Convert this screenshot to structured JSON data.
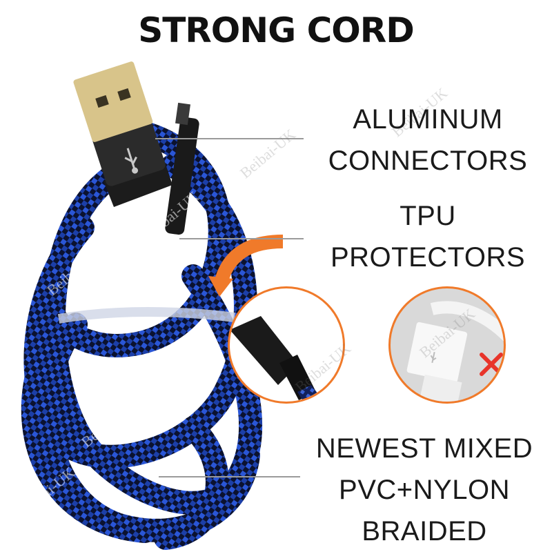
{
  "title": "STRONG CORD",
  "features": [
    {
      "lines": [
        "ALUMINUM",
        "CONNECTORS"
      ]
    },
    {
      "lines": [
        "TPU",
        "PROTECTORS"
      ]
    },
    {
      "lines": [
        "NEWEST  MIXED",
        "PVC+NYLON",
        "BRAIDED"
      ]
    }
  ],
  "watermark": "Beibai-UK",
  "colors": {
    "cable_blue": "#1c3fa8",
    "cable_dark": "#0b1230",
    "accent_orange": "#f07a2a",
    "cross_red": "#e8342a"
  },
  "icons": [
    "usb-icon",
    "curved-arrow-icon",
    "cross-icon"
  ]
}
